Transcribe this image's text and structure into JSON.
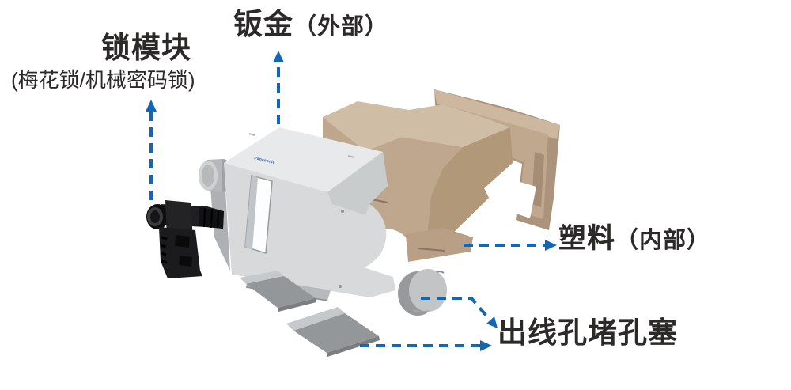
{
  "diagram": {
    "type": "exploded-view-product-diagram",
    "labels": {
      "lock_module": {
        "title": "锁模块",
        "subtitle": "(梅花锁/机械密码锁)"
      },
      "sheet_metal": {
        "main": "钣金",
        "suffix": "（外部）"
      },
      "plastic": {
        "main": "塑料",
        "suffix": "（内部）"
      },
      "outlet_plug": {
        "title": "出线孔堵孔塞"
      }
    },
    "logo_text": "Panasonic",
    "colors": {
      "arrow_blue": "#1266b2",
      "label_text": "#2b2a28",
      "sheet_metal_gray": "#d7d9da",
      "sheet_metal_top": "#e7e9ea",
      "plastic_tan": "#bfa78e",
      "plastic_tan_top": "#d0bda6",
      "lock_black": "#1f1f21",
      "plate_gray": "#94979a",
      "plug_gray": "#c2c4c6"
    }
  }
}
